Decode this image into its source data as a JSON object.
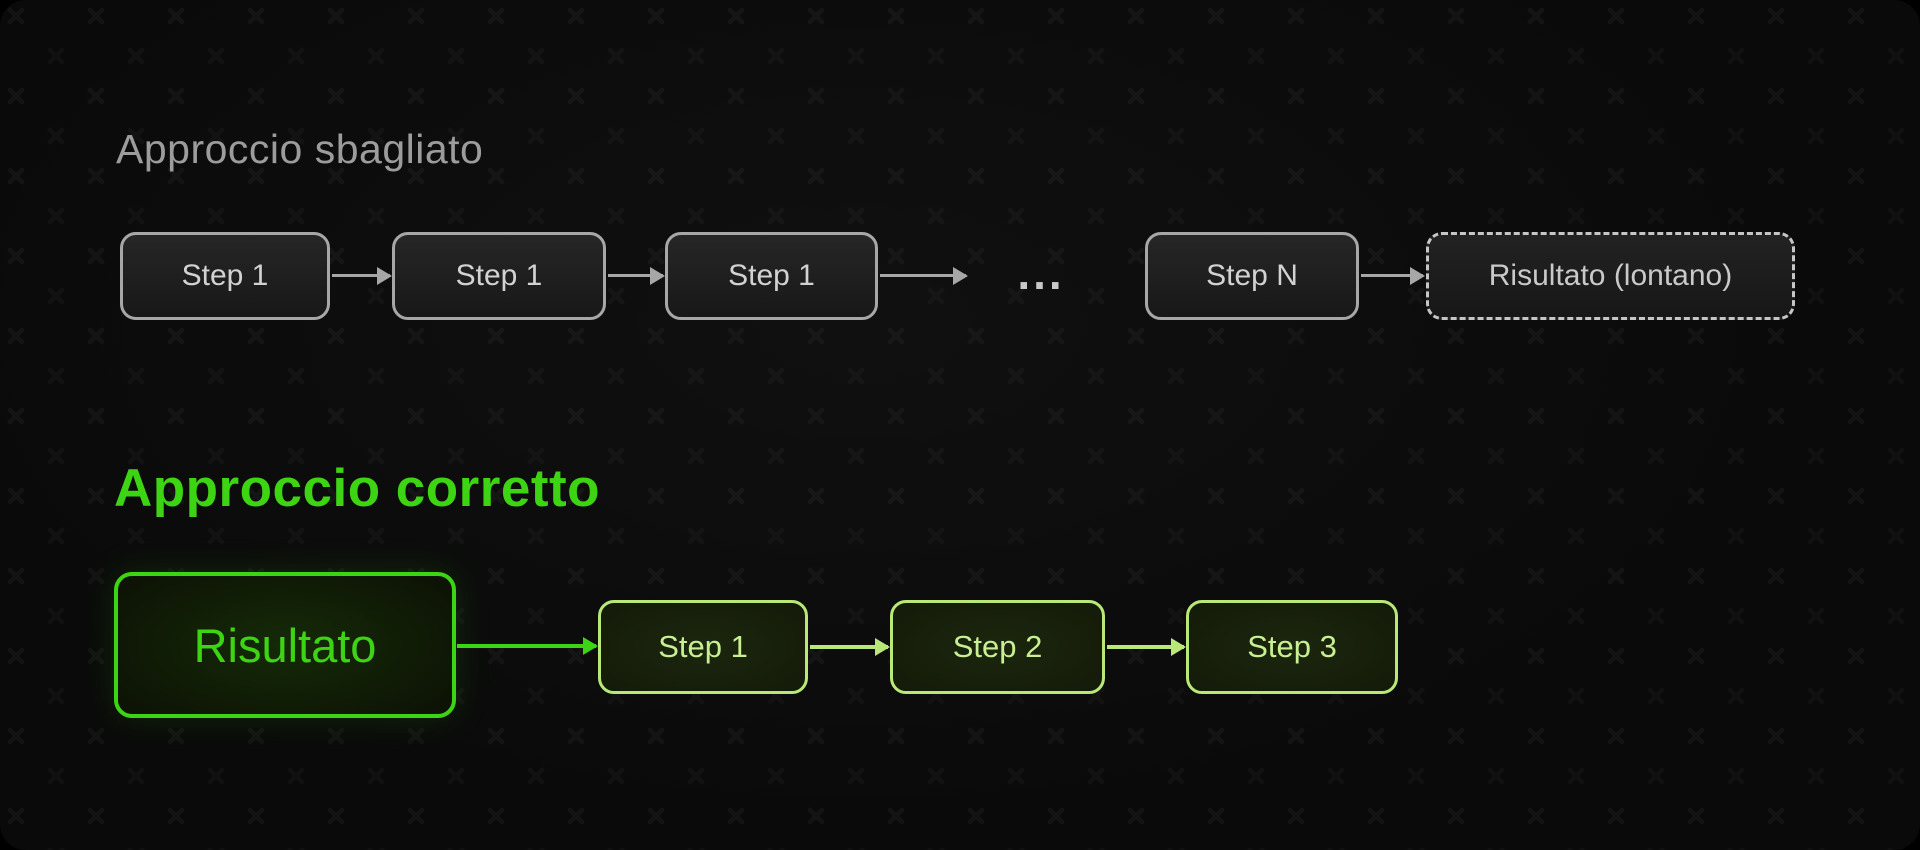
{
  "colors": {
    "background": "#0a0a0a",
    "gray_border": "#a7a7a7",
    "gray_text": "#d2d2d2",
    "gray_title": "#9c9c9c",
    "dashed_border": "#c6c6c6",
    "accent_green": "#3dd414",
    "light_green": "#bae878",
    "light_green_text": "#c8ef92"
  },
  "wrong_approach": {
    "title": "Approccio sbagliato",
    "steps": [
      "Step 1",
      "Step 1",
      "Step 1"
    ],
    "ellipsis": "...",
    "final_step": "Step N",
    "result": "Risultato (lontano)"
  },
  "correct_approach": {
    "title": "Approccio corretto",
    "result": "Risultato",
    "steps": [
      "Step 1",
      "Step 2",
      "Step 3"
    ]
  }
}
